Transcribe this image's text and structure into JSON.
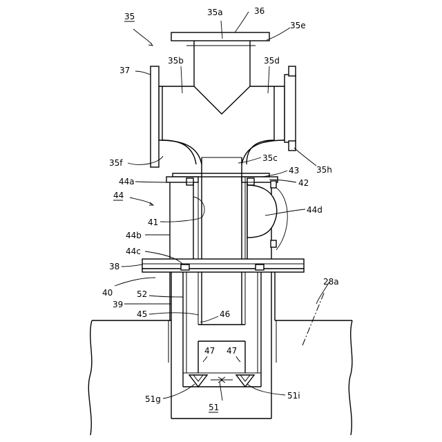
{
  "labels": {
    "l35": "35",
    "l36": "36",
    "l35a": "35a",
    "l35e": "35e",
    "l35b": "35b",
    "l35d": "35d",
    "l37": "37",
    "l35f": "35f",
    "l35c": "35c",
    "l43": "43",
    "l35h": "35h",
    "l42": "42",
    "l44a": "44a",
    "l44": "44",
    "l44d": "44d",
    "l41": "41",
    "l44b": "44b",
    "l44c": "44c",
    "l38": "38",
    "l40": "40",
    "l52": "52",
    "l39": "39",
    "l45": "45",
    "l46": "46",
    "l28a": "28a",
    "l47a": "47",
    "l47b": "47",
    "l51g": "51g",
    "l51i": "51i",
    "l51": "51"
  }
}
